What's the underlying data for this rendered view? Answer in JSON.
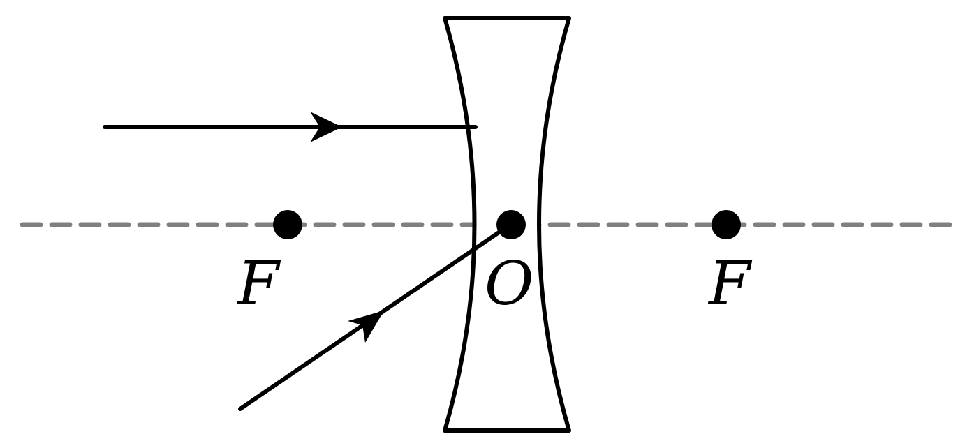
{
  "colors": {
    "line": "#000000",
    "axis": "#808080",
    "background": "#ffffff"
  },
  "labels": {
    "left_focus": "F",
    "center": "O",
    "right_focus": "F"
  }
}
